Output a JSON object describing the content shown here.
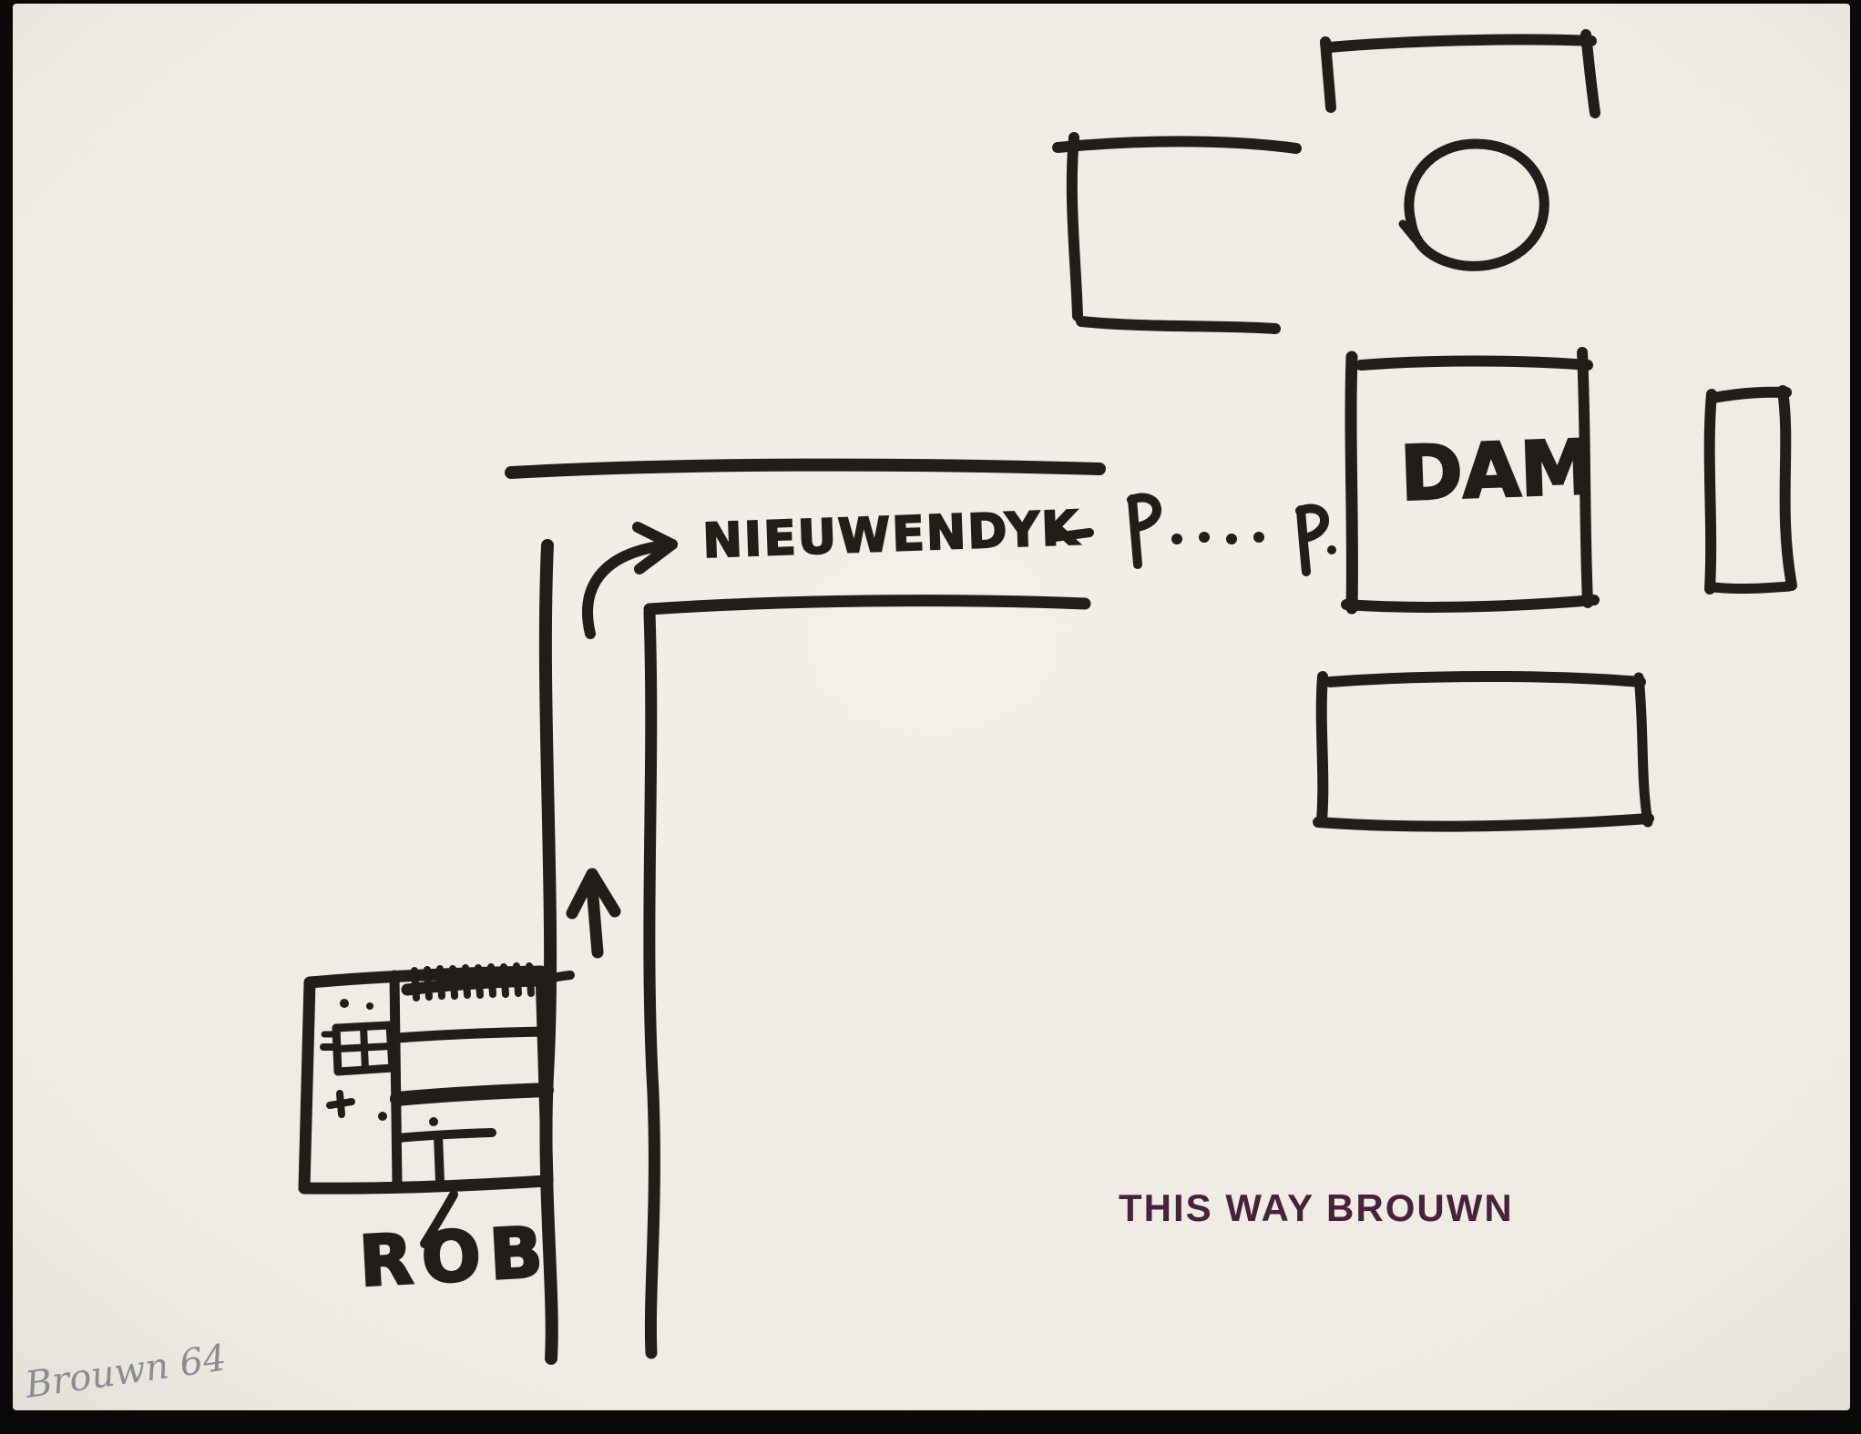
{
  "artwork": {
    "caption": "THIS WAY BROUWN",
    "signature": "Brouwn 64",
    "map_labels": {
      "street_name": "NIEUWENDYK",
      "square_name": "DAM",
      "origin_name": "ROB"
    },
    "colors": {
      "background": "#0a0907",
      "paper": "#f2efe6",
      "ink": "#211d18",
      "caption_ink": "#49213d",
      "pencil": "#8b8b94"
    }
  }
}
